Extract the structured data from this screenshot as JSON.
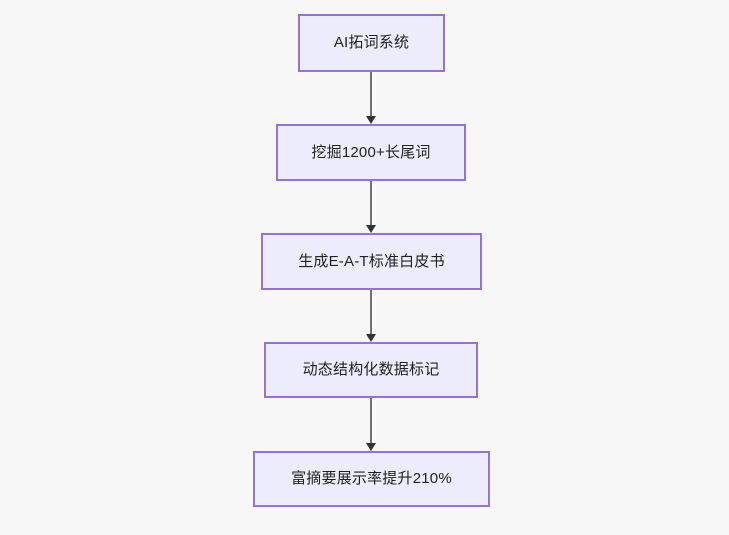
{
  "diagram": {
    "type": "flowchart",
    "direction": "top-to-bottom",
    "background_color": "#f7f7f7",
    "node_fill_color": "#ececfc",
    "node_border_color": "#9673d3",
    "node_text_color": "#1f2020",
    "edge_color": "#707070",
    "arrowhead_color": "#333333",
    "nodes": [
      {
        "id": "n1",
        "label": "AI拓词系统"
      },
      {
        "id": "n2",
        "label": "挖掘1200+长尾词"
      },
      {
        "id": "n3",
        "label": "生成E-A-T标准白皮书"
      },
      {
        "id": "n4",
        "label": "动态结构化数据标记"
      },
      {
        "id": "n5",
        "label": "富摘要展示率提升210%"
      }
    ],
    "edges": [
      {
        "from": "n1",
        "to": "n2",
        "label": ""
      },
      {
        "from": "n2",
        "to": "n3",
        "label": ""
      },
      {
        "from": "n3",
        "to": "n4",
        "label": ""
      },
      {
        "from": "n4",
        "to": "n5",
        "label": ""
      }
    ]
  }
}
